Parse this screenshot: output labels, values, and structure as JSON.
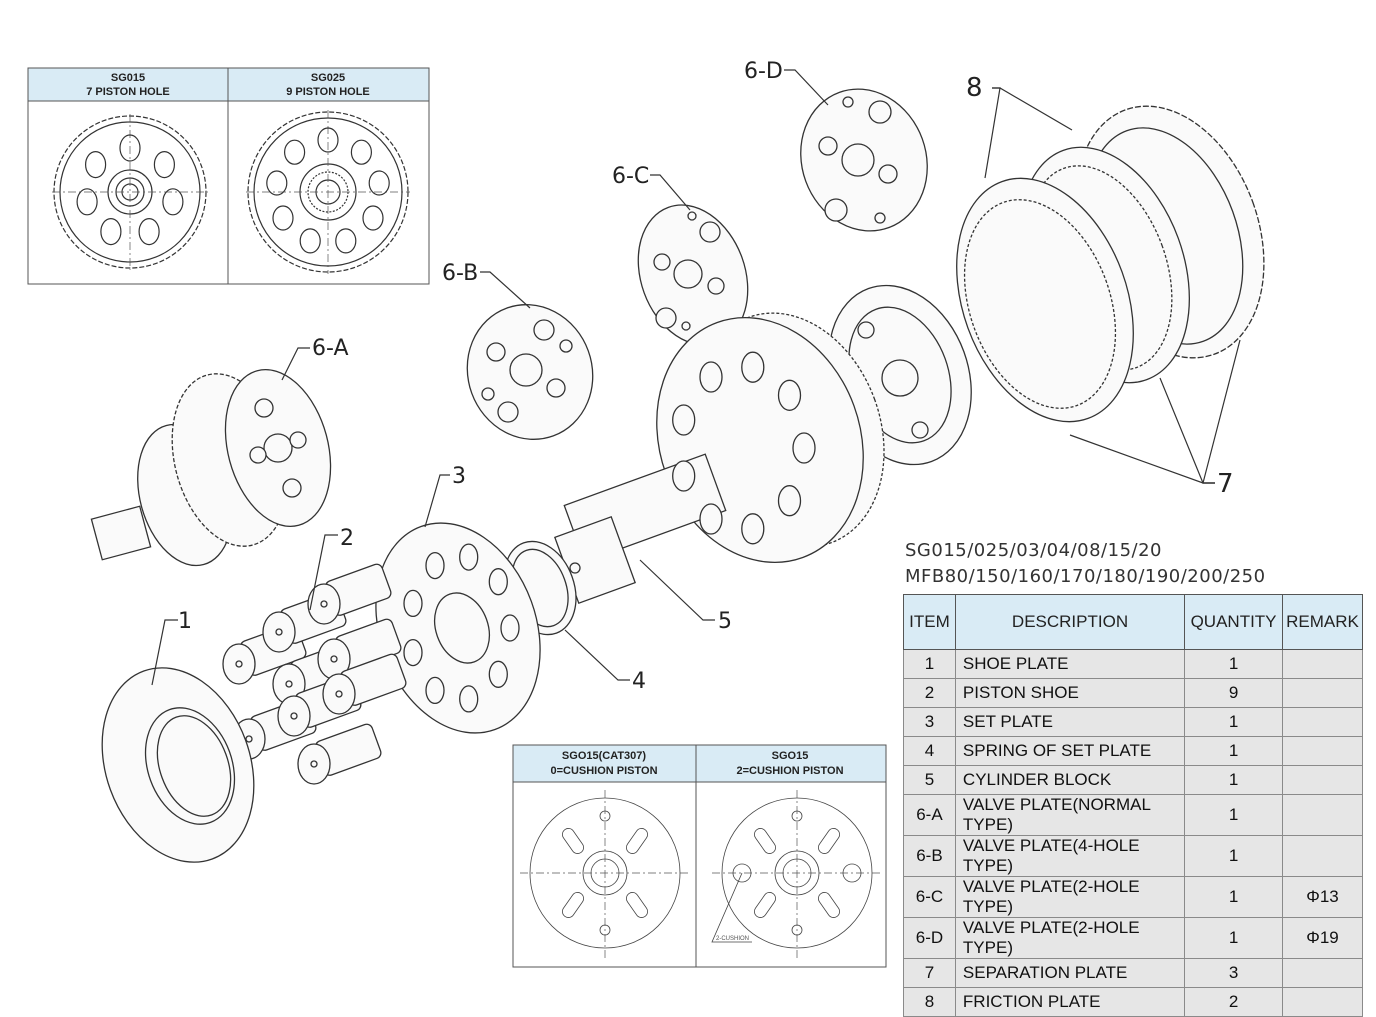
{
  "insets": {
    "top_left": {
      "title_line1": "SG015",
      "title_line2": "7 PISTON HOLE"
    },
    "top_right": {
      "title_line1": "SG025",
      "title_line2": "9 PISTON HOLE"
    },
    "bottom_left": {
      "title_line1": "SGO15(CAT307)",
      "title_line2": "0=CUSHION PISTON"
    },
    "bottom_right": {
      "title_line1": "SGO15",
      "title_line2": "2=CUSHION PISTON",
      "note": "2-CUSHION"
    }
  },
  "callouts": {
    "c1": "1",
    "c2": "2",
    "c3": "3",
    "c4": "4",
    "c5": "5",
    "c6a": "6-A",
    "c6b": "6-B",
    "c6c": "6-C",
    "c6d": "6-D",
    "c7": "7",
    "c8": "8"
  },
  "models": {
    "line1": "SG015/025/03/04/08/15/20",
    "line2": "MFB80/150/160/170/180/190/200/250"
  },
  "table": {
    "headers": {
      "item": "ITEM",
      "description": "DESCRIPTION",
      "quantity": "QUANTITY",
      "remark": "REMARK"
    },
    "rows": [
      {
        "item": "1",
        "description": "SHOE PLATE",
        "quantity": "1",
        "remark": ""
      },
      {
        "item": "2",
        "description": "PISTON SHOE",
        "quantity": "9",
        "remark": ""
      },
      {
        "item": "3",
        "description": "SET PLATE",
        "quantity": "1",
        "remark": ""
      },
      {
        "item": "4",
        "description": "SPRING OF SET PLATE",
        "quantity": "1",
        "remark": ""
      },
      {
        "item": "5",
        "description": "CYLINDER BLOCK",
        "quantity": "1",
        "remark": ""
      },
      {
        "item": "6-A",
        "description": "VALVE PLATE(NORMAL TYPE)",
        "quantity": "1",
        "remark": ""
      },
      {
        "item": "6-B",
        "description": "VALVE PLATE(4-HOLE TYPE)",
        "quantity": "1",
        "remark": ""
      },
      {
        "item": "6-C",
        "description": "VALVE PLATE(2-HOLE TYPE)",
        "quantity": "1",
        "remark": "Φ13"
      },
      {
        "item": "6-D",
        "description": "VALVE PLATE(2-HOLE TYPE)",
        "quantity": "1",
        "remark": "Φ19"
      },
      {
        "item": "7",
        "description": "SEPARATION PLATE",
        "quantity": "3",
        "remark": ""
      },
      {
        "item": "8",
        "description": "FRICTION PLATE",
        "quantity": "2",
        "remark": ""
      }
    ]
  }
}
